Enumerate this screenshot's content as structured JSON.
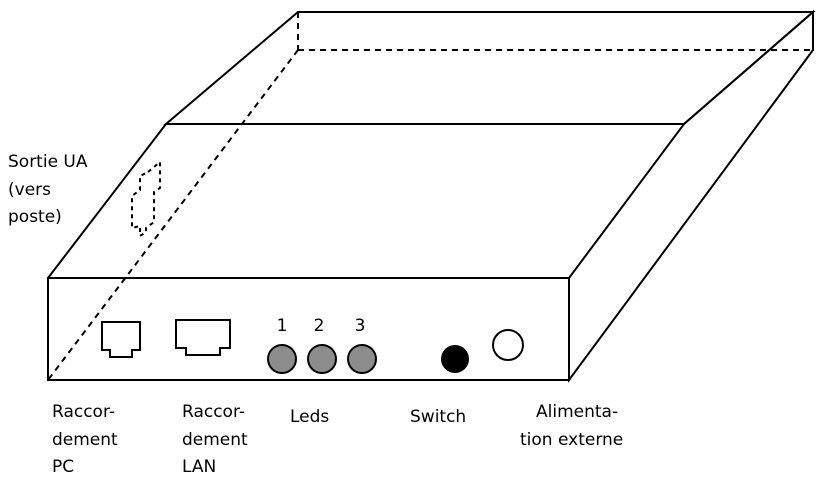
{
  "labels": {
    "side_output": [
      "Sortie UA",
      "(vers",
      "poste)"
    ],
    "pc_connection": [
      "Raccor-",
      "dement",
      "PC"
    ],
    "lan_connection": [
      "Raccor-",
      "dement",
      "LAN"
    ],
    "leds": "Leds",
    "switch": "Switch",
    "power": [
      "Alimenta-",
      "tion externe"
    ],
    "led_numbers": [
      "1",
      "2",
      "3"
    ]
  },
  "colors": {
    "outline": "#000000",
    "led_fill": "#8c8c8c",
    "switch_fill": "#000000",
    "power_fill": "#ffffff"
  }
}
